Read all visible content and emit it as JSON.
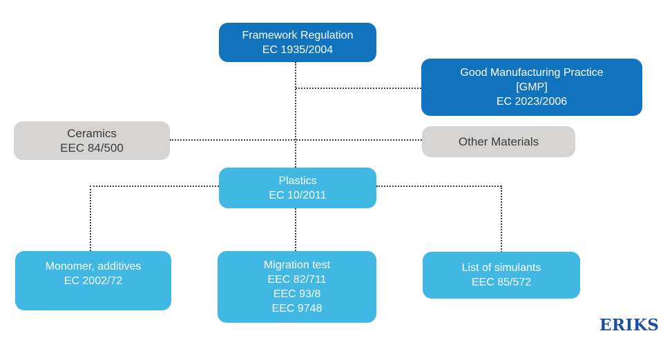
{
  "nodes": {
    "framework": {
      "lines": [
        "Framework Regulation",
        "EC 1935/2004"
      ]
    },
    "gmp": {
      "lines": [
        "Good Manufacturing Practice",
        "[GMP]",
        "EC 2023/2006"
      ]
    },
    "ceramics": {
      "lines": [
        "Ceramics",
        "EEC 84/500"
      ]
    },
    "other_materials": {
      "lines": [
        "Other Materials"
      ]
    },
    "plastics": {
      "lines": [
        "Plastics",
        "EC 10/2011"
      ]
    },
    "monomer_additives": {
      "lines": [
        "Monomer, additives",
        "EC 2002/72"
      ]
    },
    "migration_test": {
      "lines": [
        "Migration test",
        "EEC 82/711",
        "EEC 93/8",
        "EEC 9748"
      ]
    },
    "list_of_simulants": {
      "lines": [
        "List of simulants",
        "EEC 85/572"
      ]
    }
  },
  "logo": {
    "text": "ERIKS"
  },
  "colors": {
    "dark_blue": "#1173bd",
    "light_blue": "#41b8e4",
    "gray": "#d5d4d3",
    "text_on_blue": "#ffffff",
    "text_on_gray": "#3b3b3b",
    "connector": "#3d3d3d",
    "logo_blue": "#1d4fa1",
    "background": "#ffffff"
  }
}
